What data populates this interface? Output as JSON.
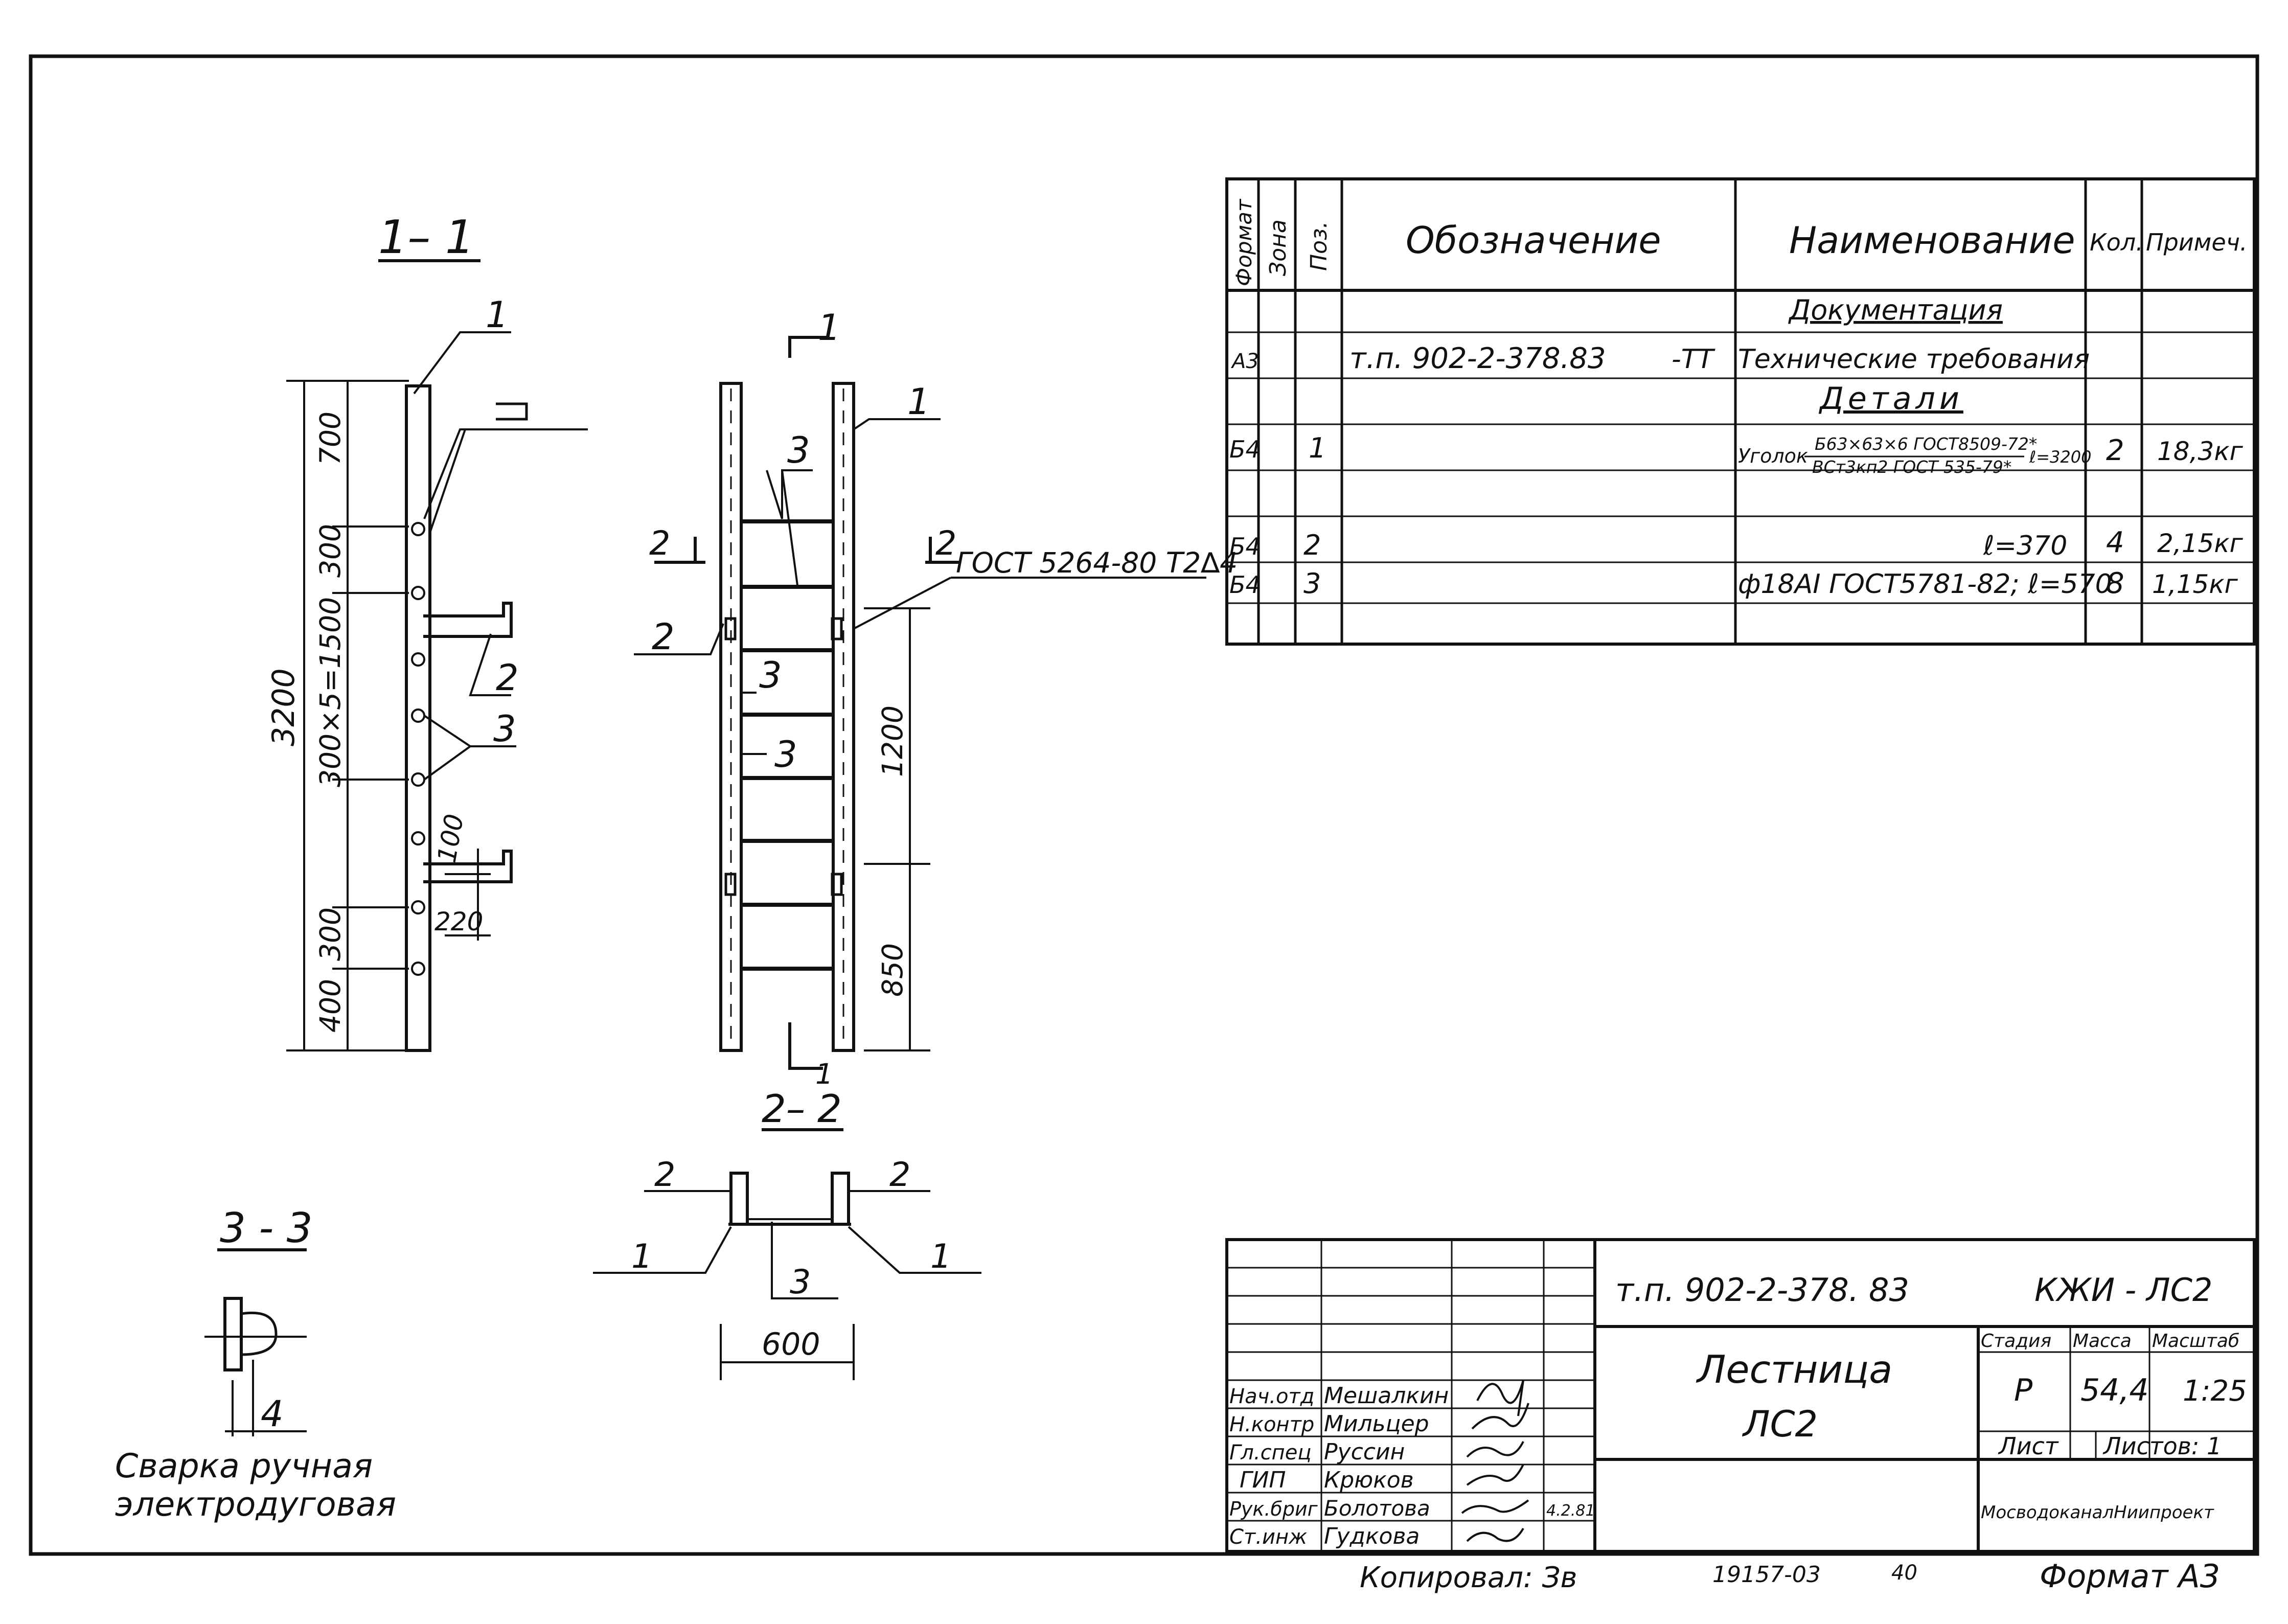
{
  "section_1_1": {
    "title": "1– 1",
    "dims": [
      "3200",
      "700",
      "300",
      "300×5=1500",
      "300",
      "400",
      "100",
      "220"
    ],
    "callouts": [
      "1",
      "2",
      "3"
    ]
  },
  "front_view": {
    "cut_marks": [
      "1",
      "1",
      "2",
      "2"
    ],
    "callouts": [
      "1",
      "2",
      "3",
      "3",
      "3"
    ],
    "dims": [
      "1200",
      "850"
    ],
    "weld_note": "ГОСТ 5264-80 Т2∆4"
  },
  "section_2_2": {
    "title": "2– 2",
    "callouts": [
      "2",
      "2",
      "1",
      "1",
      "3"
    ],
    "dim": "600"
  },
  "section_3_3": {
    "title": "3 - 3",
    "callout": "4",
    "caption_line1": "Сварка ручная",
    "caption_line2": "электродуговая"
  },
  "spec_table": {
    "headers": [
      "Формат",
      "Зона",
      "Поз.",
      "Обозначение",
      "Наименование",
      "Кол.",
      "Примеч."
    ],
    "rows": [
      {
        "fmt": "",
        "zone": "",
        "pos": "",
        "code": "",
        "name": "Документация",
        "qty": "",
        "note": ""
      },
      {
        "fmt": "А3",
        "zone": "",
        "pos": "",
        "code": "т.п. 902-2-378.83",
        "suffix": "-ТТ",
        "name": "Технические требования",
        "qty": "",
        "note": ""
      },
      {
        "fmt": "",
        "zone": "",
        "pos": "",
        "code": "",
        "name": "Детали",
        "qty": "",
        "note": ""
      },
      {
        "fmt": "Б4",
        "zone": "",
        "pos": "1",
        "code": "",
        "name_prefix": "Уголок",
        "name_top": "Б63×63×6 ГОСТ8509-72*",
        "name_bottom": "ВСт3кп2 ГОСТ 535-79*",
        "name_len": "ℓ=3200",
        "qty": "2",
        "note": "18,3кг"
      },
      {
        "fmt": "Б4",
        "zone": "",
        "pos": "2",
        "code": "",
        "name": "ℓ=370",
        "qty": "4",
        "note": "2,15кг"
      },
      {
        "fmt": "Б4",
        "zone": "",
        "pos": "3",
        "code": "",
        "name": "ф18АI ГОСТ5781-82; ℓ=570",
        "qty": "8",
        "note": "1,15кг"
      }
    ]
  },
  "title_block": {
    "doc_code": "т.п. 902-2-378. 83",
    "mark": "КЖИ - ЛС2",
    "title_line1": "Лестница",
    "title_line2": "ЛС2",
    "stage_label": "Стадия",
    "mass_label": "Масса",
    "scale_label": "Масштаб",
    "stage": "Р",
    "mass": "54,4",
    "scale": "1:25",
    "sheet_label": "Лист",
    "sheets_label": "Листов: 1",
    "organization": "МосводоканалНиипроект",
    "people": [
      {
        "role": "Нач.отд",
        "name": "Мешалкин"
      },
      {
        "role": "Н.контр",
        "name": "Мильцер"
      },
      {
        "role": "Гл.спец",
        "name": "Руссин"
      },
      {
        "role": "ГИП",
        "name": "Крюков"
      },
      {
        "role": "Рук.бриг",
        "name": "Болотова",
        "date": "4.2.81"
      },
      {
        "role": "Ст.инж",
        "name": "Гудкова"
      }
    ]
  },
  "footer": {
    "copied": "Копировал: Зв",
    "number": "19157-03",
    "sheet_no": "40",
    "format": "Формат А3"
  }
}
